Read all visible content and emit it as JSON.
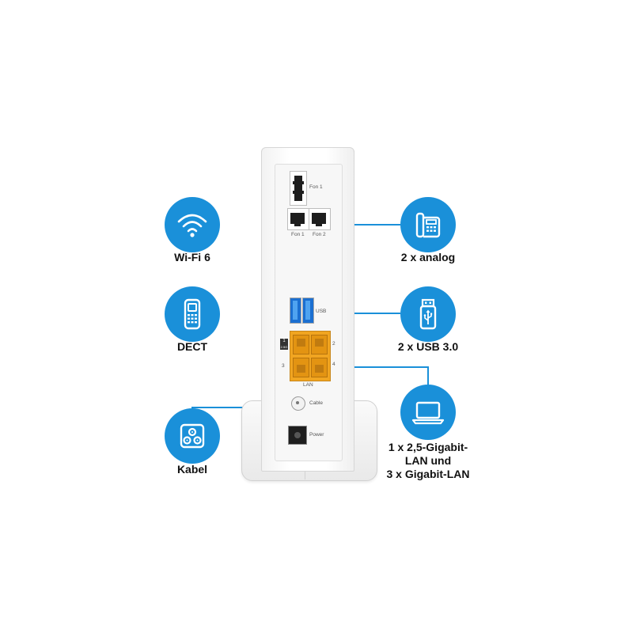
{
  "colors": {
    "accent": "#1a90d9",
    "lan_port": "#f1a521",
    "usb_port": "#1b6fd1",
    "device_body": "#ffffff"
  },
  "features": {
    "wifi": {
      "label": "Wi-Fi 6",
      "icon": "wifi-icon"
    },
    "dect": {
      "label": "DECT",
      "icon": "cordless-phone-icon"
    },
    "kabel": {
      "label": "Kabel",
      "icon": "coax-cable-icon"
    },
    "analog": {
      "label": "2 x analog",
      "icon": "desk-phone-icon"
    },
    "usb": {
      "label": "2 x USB 3.0",
      "icon": "usb-stick-icon"
    },
    "lan": {
      "lines": [
        "1 x 2,5-Gigabit-",
        "LAN und",
        "3 x Gigabit-LAN"
      ],
      "icon": "laptop-icon"
    }
  },
  "device": {
    "fon_top": "Fon 1",
    "fon_left": "Fon 1",
    "fon_right": "Fon 2",
    "usb": "USB",
    "lan_badge_top": "1",
    "lan_badge_bottom": "2.5G",
    "lan_port_2": "2",
    "lan_port_3": "3",
    "lan_port_4": "4",
    "lan": "LAN",
    "cable": "Cable",
    "power": "Power"
  }
}
